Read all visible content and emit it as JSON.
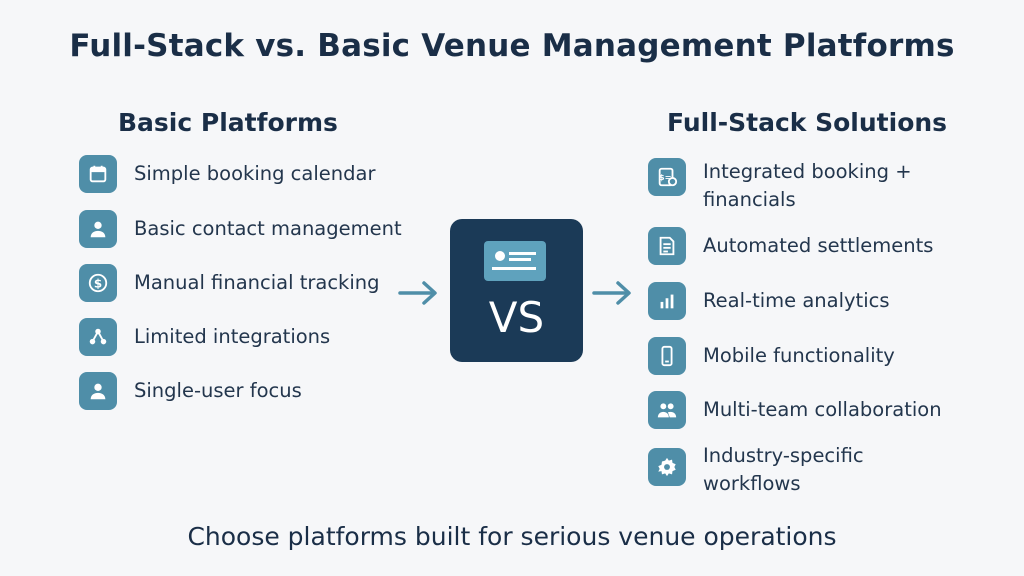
{
  "title": "Full-Stack vs. Basic Venue Management Platforms",
  "basic": {
    "heading": "Basic Platforms",
    "items": [
      {
        "label": "Simple booking calendar",
        "icon": "calendar-icon"
      },
      {
        "label": "Basic contact management",
        "icon": "user-icon"
      },
      {
        "label": "Manual financial tracking",
        "icon": "dollar-icon"
      },
      {
        "label": "Limited integrations",
        "icon": "network-icon"
      },
      {
        "label": "Single-user focus",
        "icon": "user-icon"
      }
    ]
  },
  "center": {
    "vs_label": "VS",
    "icon": "id-card-icon"
  },
  "fullstack": {
    "heading": "Full-Stack Solutions",
    "items": [
      {
        "label": "Integrated booking + financials",
        "icon": "invoice-gear-icon"
      },
      {
        "label": "Automated settlements",
        "icon": "document-icon"
      },
      {
        "label": "Real-time analytics",
        "icon": "bar-chart-icon"
      },
      {
        "label": "Mobile functionality",
        "icon": "mobile-icon"
      },
      {
        "label": "Multi-team collaboration",
        "icon": "team-icon"
      },
      {
        "label": "Industry-specific workflows",
        "icon": "gear-icon"
      }
    ]
  },
  "footer": "Choose platforms built for serious venue operations",
  "colors": {
    "icon_bg": "#4f8ea8",
    "vs_bg": "#1b3a57",
    "accent": "#4f8ea8",
    "text": "#1a2e47"
  }
}
